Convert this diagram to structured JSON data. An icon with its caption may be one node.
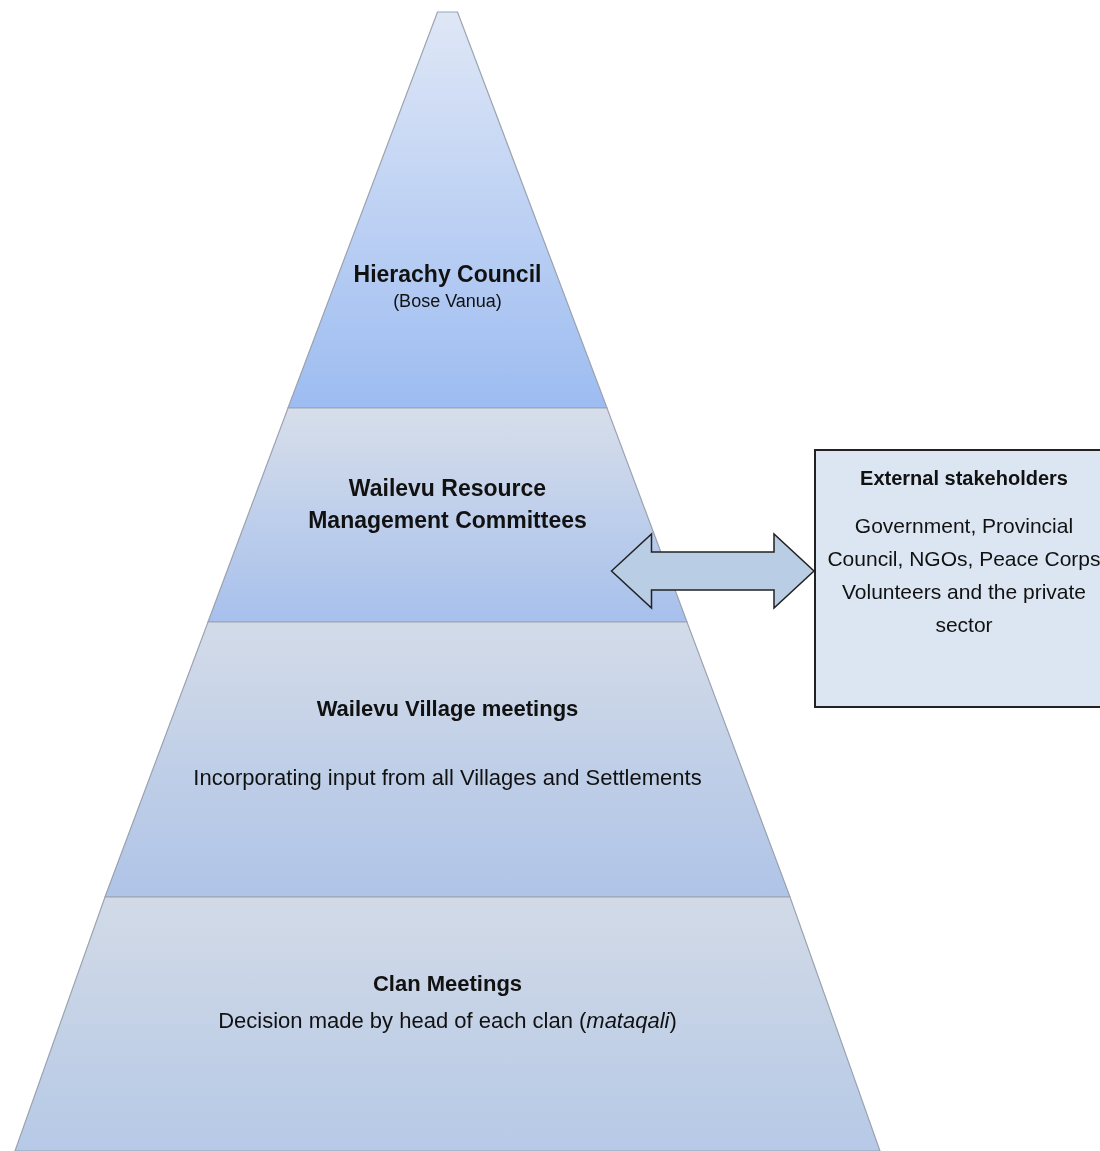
{
  "diagram": {
    "nodes": [
      {
        "text": [
          "Hierachy Council",
          "(Bose Vanua)"
        ]
      },
      {
        "text": [
          "Wailevu Resource Management Committees"
        ]
      },
      {
        "text": [
          "Wailevu Village meetings",
          "Incorporating input from all Villages and Settlements"
        ]
      },
      {
        "text": [
          "Clan Meetings",
          "Decision made by head of each clan (*mataqali*)"
        ]
      },
      {
        "text": [
          "External stakeholders",
          "Government, Provincial Council, NGOs, Peace Corps Volunteers and the private sector"
        ]
      }
    ],
    "edges": [
      {
        "from": 1,
        "to": 4,
        "arrow": "both"
      }
    ]
  }
}
